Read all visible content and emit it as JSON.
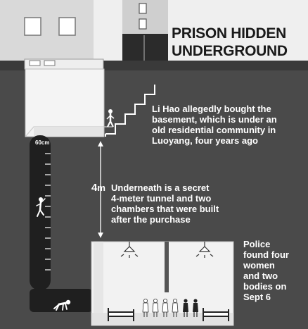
{
  "title": {
    "line1": "PRISON HIDDEN",
    "line2": "UNDERGROUND"
  },
  "notes": {
    "basement": [
      "Li Hao allegedly bought the",
      "basement, which is under an",
      "old residential community in",
      "Luoyang, four years ago"
    ],
    "tunnel_depth": "4",
    "tunnel_depth_unit": "m",
    "tunnel": [
      "Underneath is a secret",
      "4-meter tunnel and two",
      "chambers that were built",
      "after the purchase"
    ],
    "police": [
      "Police",
      "found four",
      "women",
      "and two",
      "bodies on",
      "Sept 6"
    ]
  },
  "shaft_label": "60cm",
  "colors": {
    "ground": "#4a4a4a",
    "sky": "#ececec",
    "building": "#d9d9d9",
    "text_dark": "#1a1a1a",
    "text_light": "#ffffff"
  },
  "icons": [
    "window-icon",
    "lamp-icon",
    "bed-icon",
    "person-icon",
    "crawling-person-icon",
    "climbing-person-icon",
    "stairs-icon",
    "double-arrow-icon"
  ]
}
